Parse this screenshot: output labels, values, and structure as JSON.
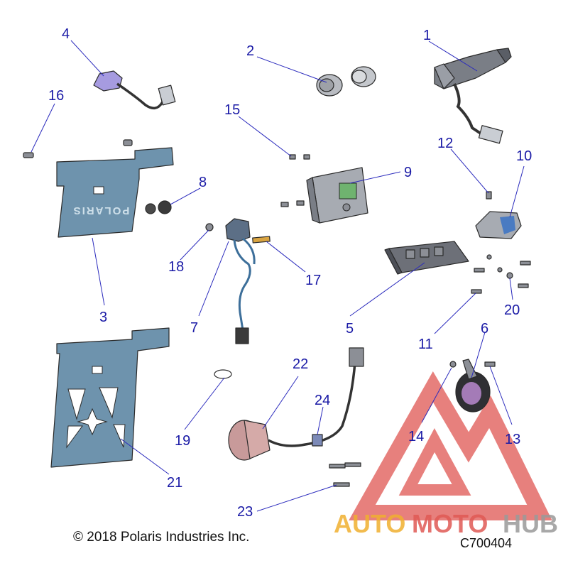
{
  "callouts": {
    "c1": "1",
    "c2": "2",
    "c3": "3",
    "c4": "4",
    "c5": "5",
    "c6": "6",
    "c7": "7",
    "c8": "8",
    "c9": "9",
    "c10": "10",
    "c11": "11",
    "c12": "12",
    "c13": "13",
    "c14": "14",
    "c15": "15",
    "c16": "16",
    "c17": "17",
    "c18": "18",
    "c19": "19",
    "c20": "20",
    "c21": "21",
    "c22": "22",
    "c23": "23",
    "c24": "24"
  },
  "plate_text": "POLARIS",
  "watermark": {
    "word1": "AUTO",
    "word2": "MOTO",
    "word3": "HUB"
  },
  "footer": {
    "copyright": "© 2018 Polaris Industries Inc.",
    "doc_id": "C700404"
  },
  "colors": {
    "callout": "#1a1aa6",
    "plate_fill": "#6e93ad",
    "watermark_red": "#e05a55",
    "watermark_orange": "#f0b030",
    "watermark_gray": "#9a9a9a"
  }
}
